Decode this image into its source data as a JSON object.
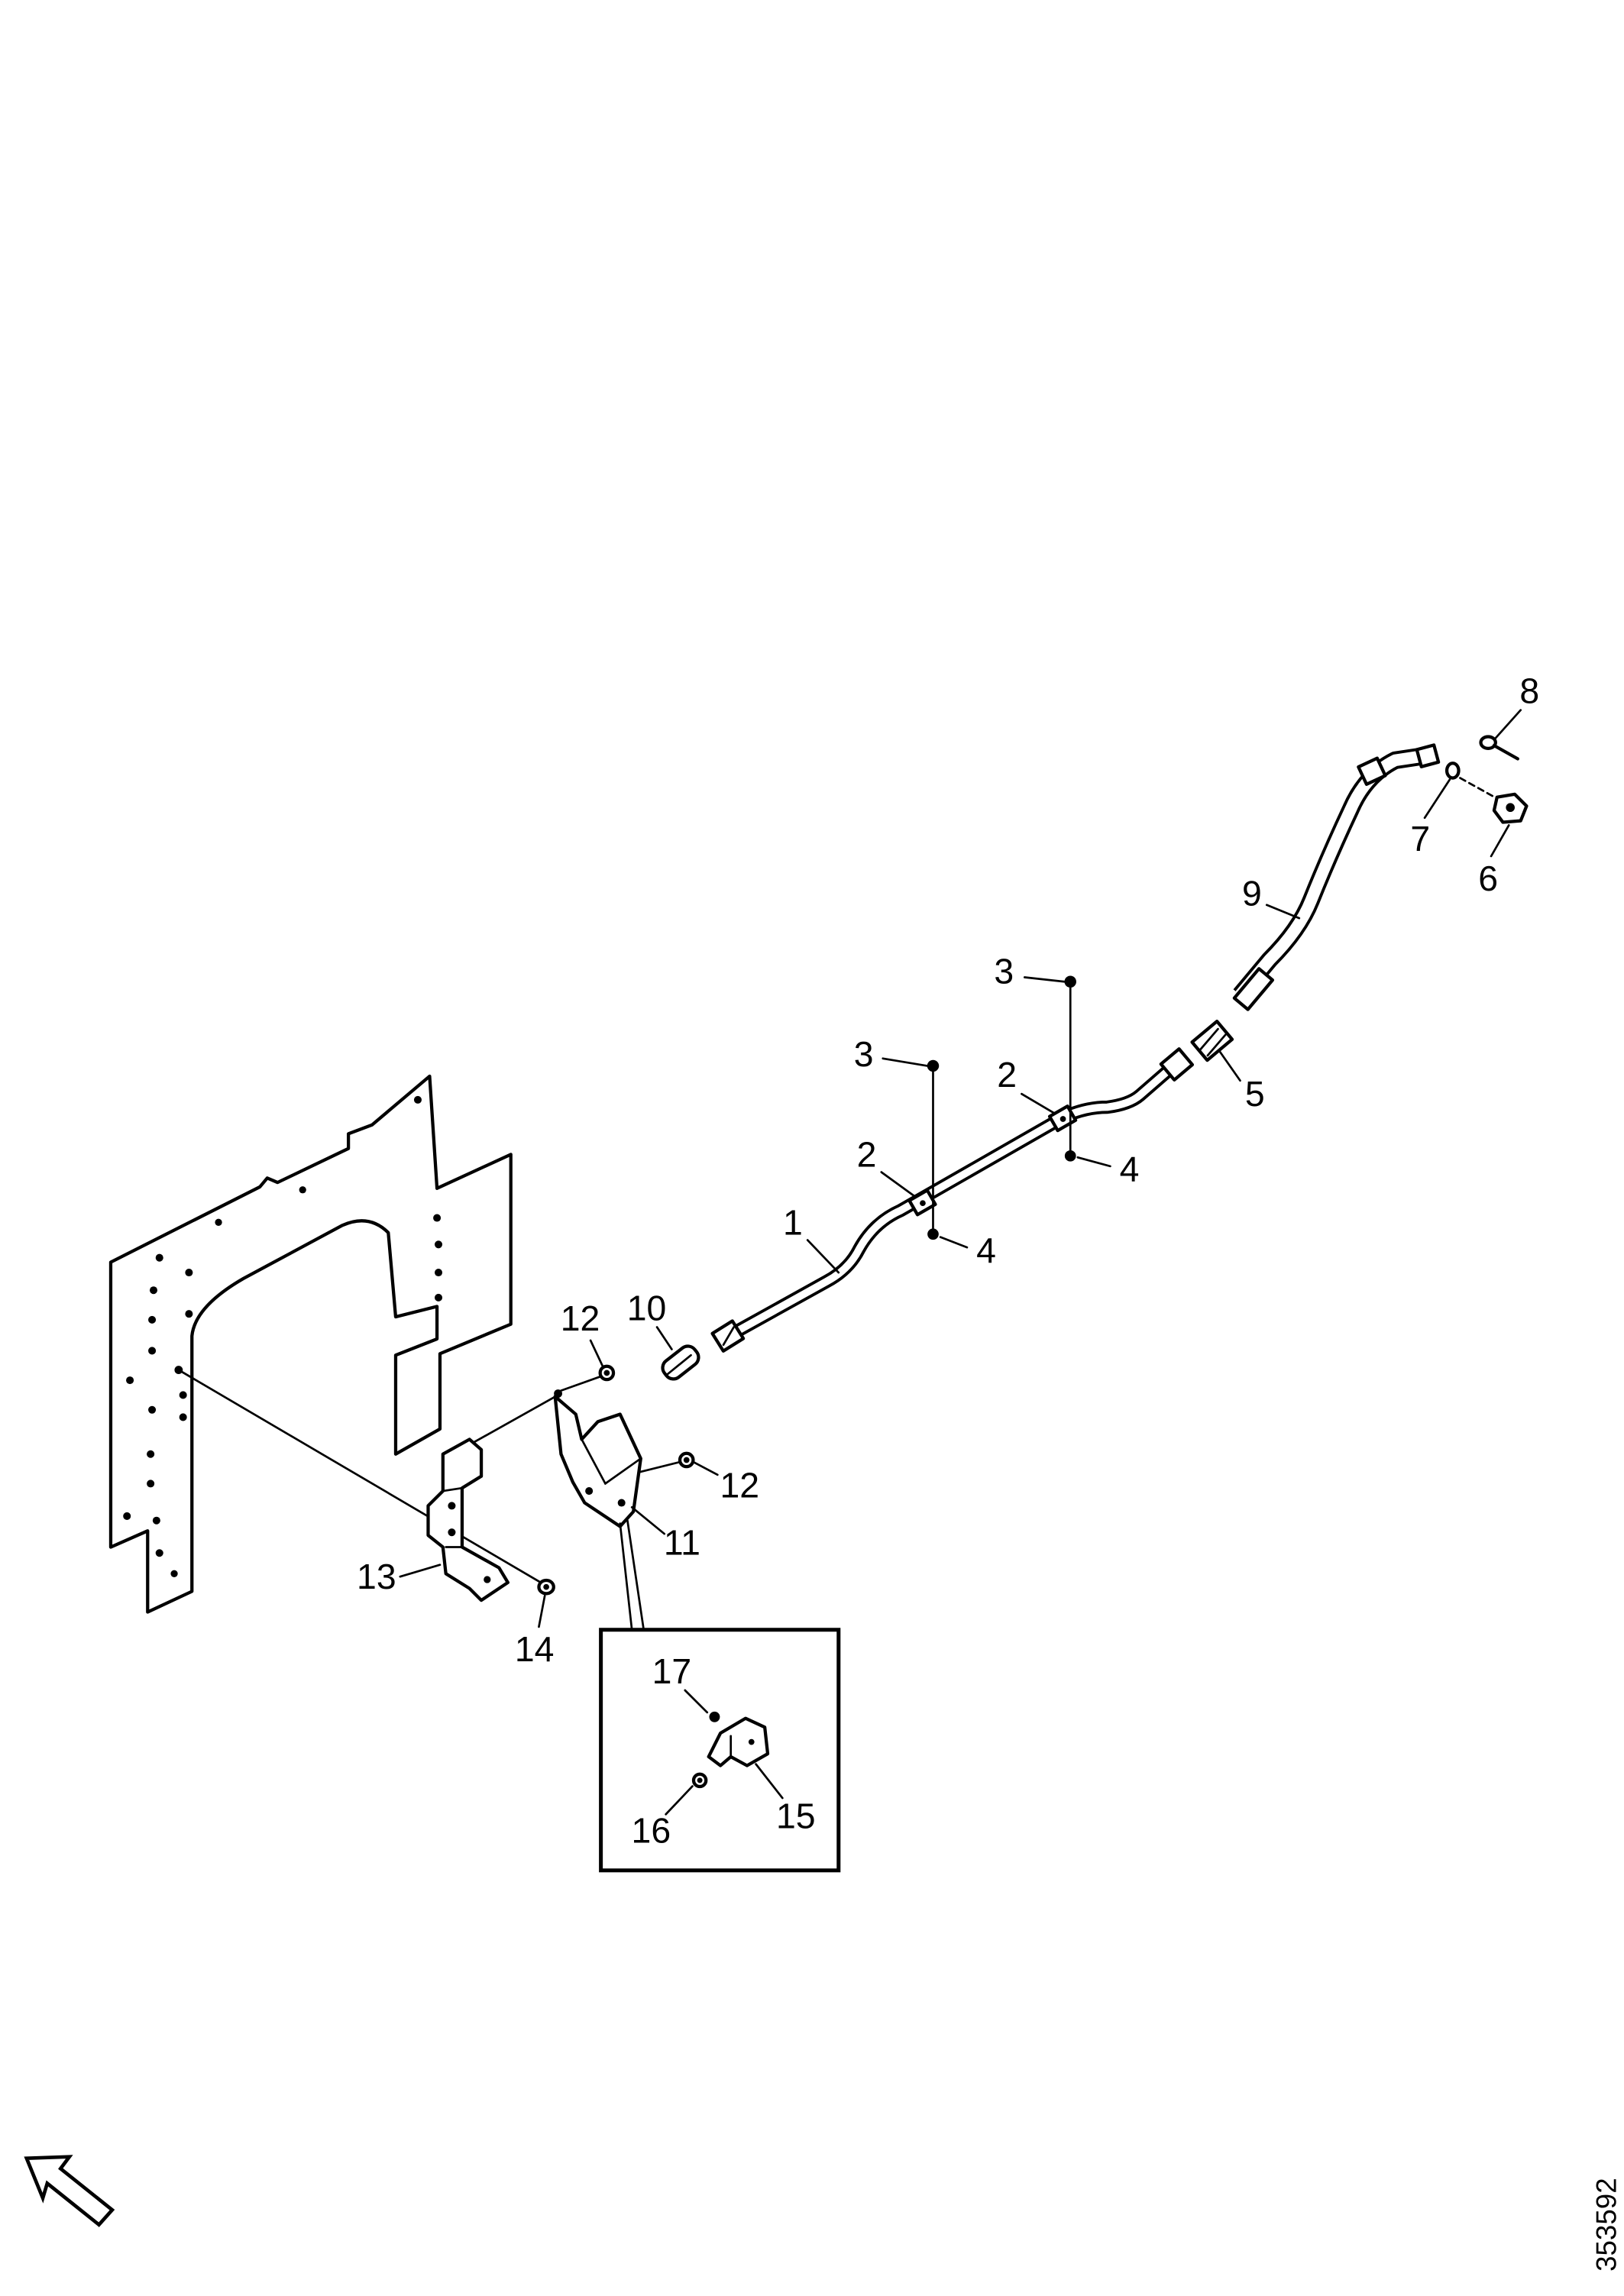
{
  "callouts": [
    "1",
    "2",
    "2",
    "3",
    "3",
    "4",
    "4",
    "5",
    "6",
    "7",
    "8",
    "9",
    "10",
    "11",
    "12",
    "12",
    "13",
    "14",
    "15",
    "16",
    "17"
  ],
  "drawing_number": "353592",
  "icons": {
    "orientation": "arrow-up-left-icon"
  }
}
